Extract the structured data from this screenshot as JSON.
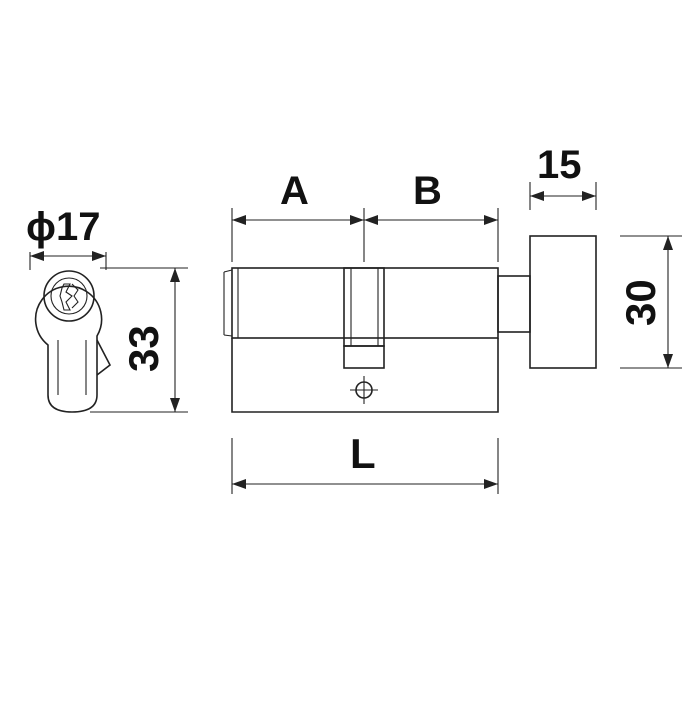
{
  "colors": {
    "line": "#222222",
    "background": "#ffffff"
  },
  "labels": {
    "diameter": "ϕ17",
    "height_left": "33",
    "dim_a": "A",
    "dim_b": "B",
    "dim_knob_width": "15",
    "dim_knob_height": "30",
    "dim_total": "L"
  }
}
